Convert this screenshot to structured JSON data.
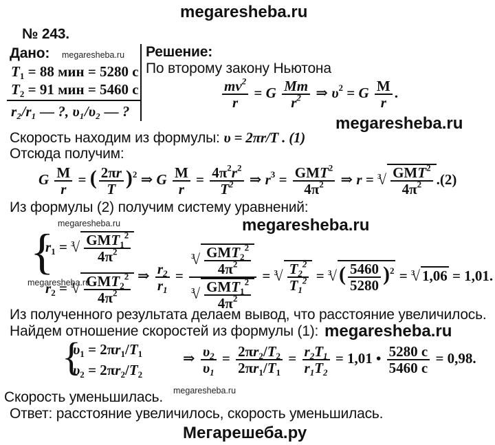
{
  "watermarks": {
    "top": "megaresheba.ru",
    "given_small": "megaresheba.ru",
    "right1": "megaresheba.ru",
    "small2": "megaresheba.ru",
    "right2": "megaresheba.ru",
    "small3": "megaresheba.ru",
    "right3": "megaresheba.ru",
    "small4": "megaresheba.ru",
    "bottom": "Мегарешеба.ру"
  },
  "problem": {
    "number": "№ 243.",
    "given_label": "Дано:",
    "given": {
      "t1": "88 мин = 5280 с",
      "t2": "91 мин = 5460 с",
      "find": "r₂/r₁ — ?, υ₁/υ₂ — ?"
    },
    "solution_label": "Решение:",
    "newton_text": "По второму закону Ньютона",
    "speed_text": "Скорость находим из формулы:",
    "speed_formula": "υ = 2πr/T . (1)",
    "hence_text": "Отсюда получим:",
    "eq2_label": "(2)",
    "system_text": "Из формулы (2) получим систему уравнений:",
    "ratio_nums": {
      "a": "5460",
      "b": "5280",
      "root": "1,06",
      "result": "= 1,01."
    },
    "conclusion1": "Из полученного результата делаем вывод, что расстояние увеличилось.",
    "speed_ratio_text": "Найдем отношение скоростей из формулы (1):",
    "speed_calc": {
      "coef": "= 1,01 •",
      "num": "5280 с",
      "den": "5460 с",
      "result": "= 0,98."
    },
    "conclusion2": "Скорость уменьшилась.",
    "answer": "Ответ: расстояние увеличилось, скорость уменьшилась."
  }
}
